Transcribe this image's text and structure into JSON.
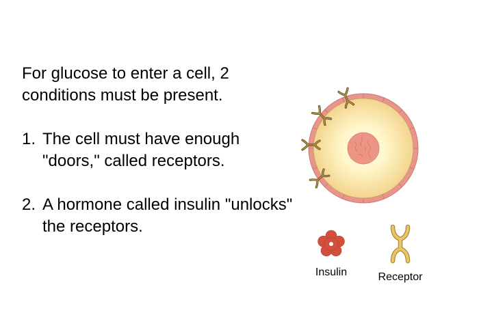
{
  "intro": "For glucose to enter a cell, 2 conditions must be present.",
  "conditions": [
    {
      "number": "1.",
      "text": "The cell must have enough \"doors,\" called receptors."
    },
    {
      "number": "2.",
      "text": "A hormone called insulin \"unlocks\" the receptors."
    }
  ],
  "figure": {
    "description": "cell-with-receptors",
    "colors": {
      "membrane": "#e9958c",
      "membrane_edge": "#c87b6f",
      "cytoplasm_outer": "#f3d48e",
      "cytoplasm_inner": "#fffbe2",
      "nucleus": "#ee9484",
      "receptor": "#b89747",
      "receptor_edge": "#5a4520"
    }
  },
  "legend": [
    {
      "icon": "insulin-icon",
      "label": "Insulin",
      "color": "#d24f3c"
    },
    {
      "icon": "receptor-icon",
      "label": "Receptor",
      "color": "#eac46a"
    }
  ]
}
